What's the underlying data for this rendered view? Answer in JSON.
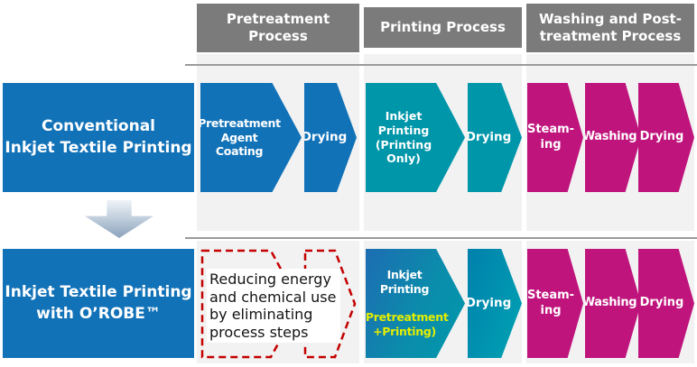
{
  "palette": {
    "blue": "#1272b8",
    "teal": "#0096a9",
    "magenta": "#c0147d",
    "header_gray": "#7b7b7b",
    "dashed_red": "#c40000",
    "yellow": "#e4ed00"
  },
  "headers": [
    {
      "label": "Pretreatment\nProcess"
    },
    {
      "label": "Printing Process"
    },
    {
      "label": "Washing and Post-\ntreatment Process"
    }
  ],
  "rows": {
    "conventional": {
      "title": "Conventional\nInkjet Textile Printing",
      "pretreatment_steps": [
        {
          "label": "Pretreatment\nAgent\nCoating"
        },
        {
          "label": "Drying"
        }
      ],
      "printing_steps": [
        {
          "label": "Inkjet\nPrinting\n(Printing\nOnly)"
        },
        {
          "label": "Drying"
        }
      ],
      "washing_steps": [
        {
          "label": "Steam-\ning"
        },
        {
          "label": "Washing"
        },
        {
          "label": "Drying"
        }
      ]
    },
    "orobe": {
      "title": "Inkjet Textile Printing\nwith O’ROBE™",
      "elimination_note": "Reducing energy\nand chemical use\nby eliminating\nprocess steps",
      "printing_steps": [
        {
          "label_white": "Inkjet\nPrinting",
          "label_yellow": "(Pretreatment\n+Printing)"
        },
        {
          "label": "Drying"
        }
      ],
      "washing_steps": [
        {
          "label": "Steam-\ning"
        },
        {
          "label": "Washing"
        },
        {
          "label": "Drying"
        }
      ]
    }
  }
}
